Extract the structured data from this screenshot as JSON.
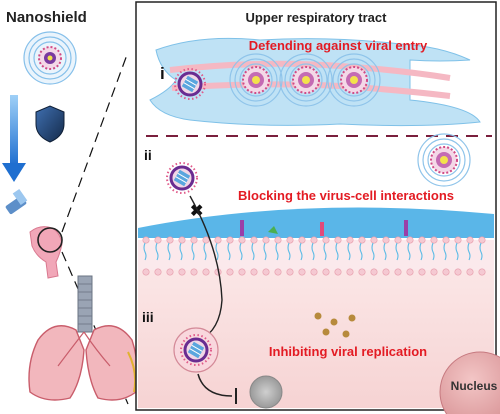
{
  "left_panel": {
    "title": "Nanoshield"
  },
  "right_panel": {
    "title": "Upper respiratory tract",
    "sections": [
      {
        "numeral": "i",
        "caption": "Defending against viral entry"
      },
      {
        "numeral": "ii",
        "caption": "Blocking the virus-cell interactions"
      },
      {
        "numeral": "iii",
        "caption": "Inhibiting viral replication"
      }
    ],
    "nucleus_label": "Nucleus"
  },
  "colors": {
    "caption_red": "#e31b23",
    "panel_border": "#222222",
    "divider_maroon": "#7a1f3d",
    "mucus_blue": "#3aa0e0",
    "membrane_pink": "#f4c0c8",
    "cytoplasm": "#fbe2e2",
    "virus_purple": "#6a2c91",
    "shield_navy": "#1f3a5f",
    "arrow_blue": "#2e7bd6"
  }
}
